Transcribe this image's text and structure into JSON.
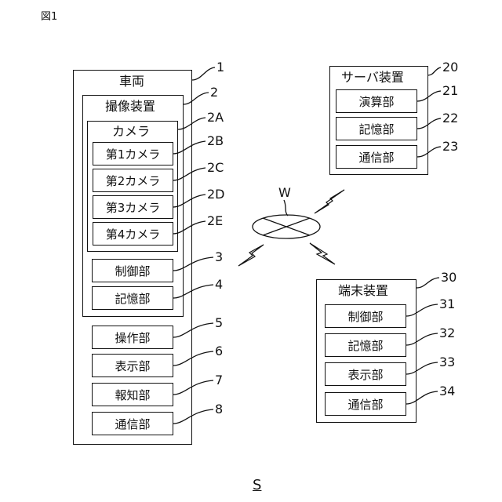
{
  "figure_label": "図1",
  "system_label": "S",
  "network_label": "W",
  "vehicle": {
    "title": "車両",
    "ref": "1",
    "imaging": {
      "title": "撮像装置",
      "ref": "2",
      "camera": {
        "title": "カメラ",
        "ref": "2A",
        "items": [
          {
            "label": "第1カメラ",
            "ref": "2B"
          },
          {
            "label": "第2カメラ",
            "ref": "2C"
          },
          {
            "label": "第3カメラ",
            "ref": "2D"
          },
          {
            "label": "第4カメラ",
            "ref": "2E"
          }
        ]
      },
      "units": [
        {
          "label": "制御部",
          "ref": "3"
        },
        {
          "label": "記憶部",
          "ref": "4"
        }
      ]
    },
    "units": [
      {
        "label": "操作部",
        "ref": "5"
      },
      {
        "label": "表示部",
        "ref": "6"
      },
      {
        "label": "報知部",
        "ref": "7"
      },
      {
        "label": "通信部",
        "ref": "8"
      }
    ]
  },
  "server": {
    "title": "サーバ装置",
    "ref": "20",
    "units": [
      {
        "label": "演算部",
        "ref": "21"
      },
      {
        "label": "記憶部",
        "ref": "22"
      },
      {
        "label": "通信部",
        "ref": "23"
      }
    ]
  },
  "terminal": {
    "title": "端末装置",
    "ref": "30",
    "units": [
      {
        "label": "制御部",
        "ref": "31"
      },
      {
        "label": "記憶部",
        "ref": "32"
      },
      {
        "label": "表示部",
        "ref": "33"
      },
      {
        "label": "通信部",
        "ref": "34"
      }
    ]
  }
}
